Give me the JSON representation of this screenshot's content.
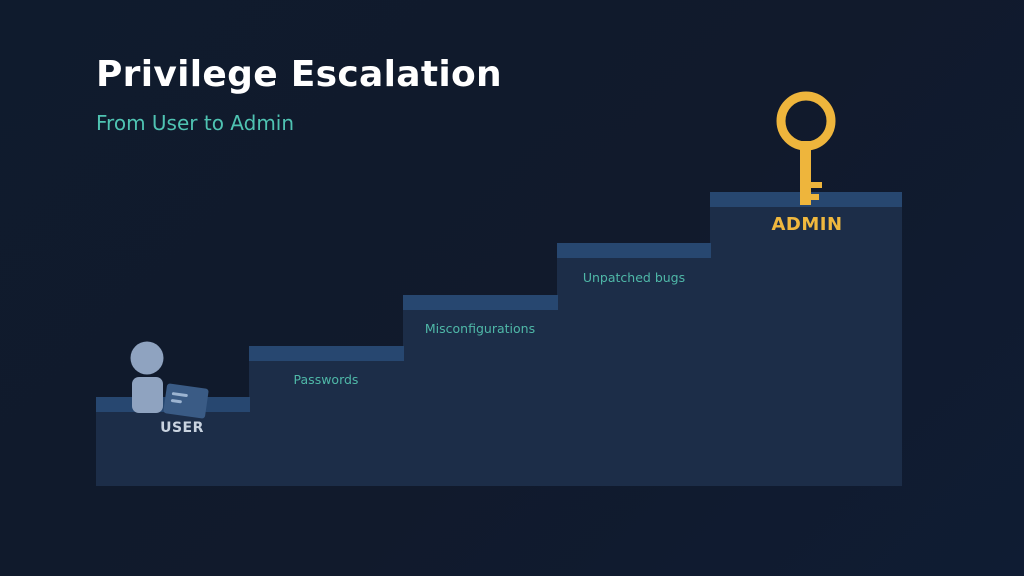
{
  "title": "Privilege Escalation",
  "subtitle": "From User to Admin",
  "steps": {
    "user": "USER",
    "passwords": "Passwords",
    "misconfigurations": "Misconfigurations",
    "unpatched": "Unpatched bugs",
    "admin": "ADMIN"
  },
  "icons": {
    "user": "user-figure-icon",
    "card": "id-card-icon",
    "key": "key-icon"
  },
  "colors": {
    "step_body": "#1c2d48",
    "step_top": "#274770",
    "accent_teal": "#4fc3b2",
    "key_gold": "#f0b83e"
  }
}
